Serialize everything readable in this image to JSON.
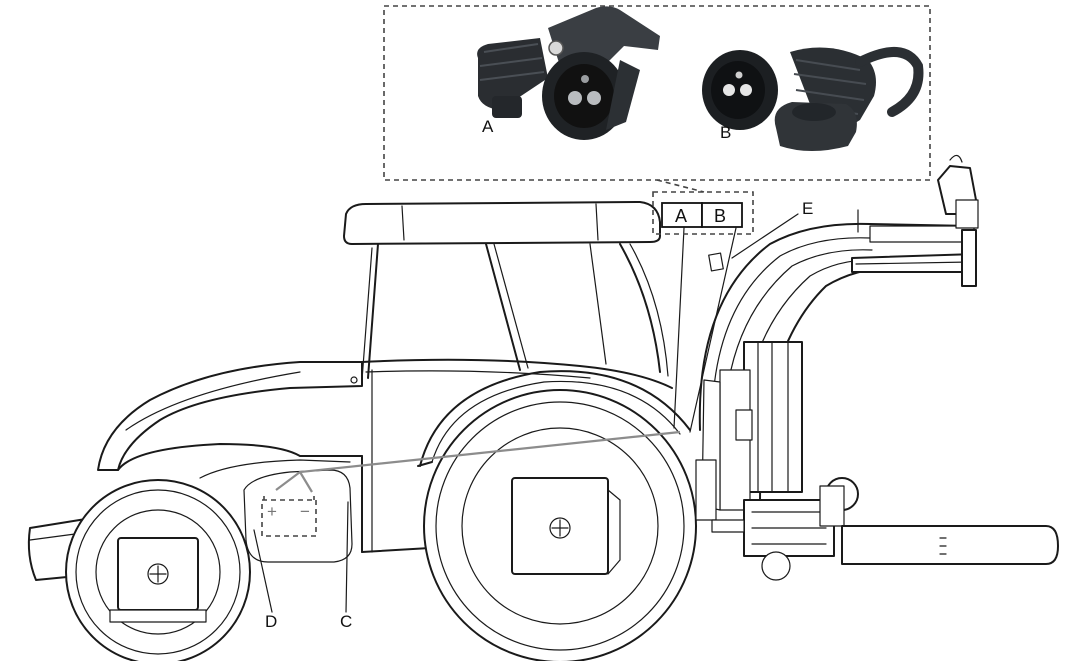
{
  "labels": {
    "socket_a": "A",
    "plug_b": "B",
    "box_a": "A",
    "box_b": "B",
    "callout_c": "C",
    "callout_d": "D",
    "callout_e": "E",
    "battery_plus": "+",
    "battery_minus": "−"
  },
  "colors": {
    "ink": "#1a1a1a",
    "connector_body": "#2e3236",
    "wire": "#8c8c8c",
    "dashed": "#444444"
  }
}
